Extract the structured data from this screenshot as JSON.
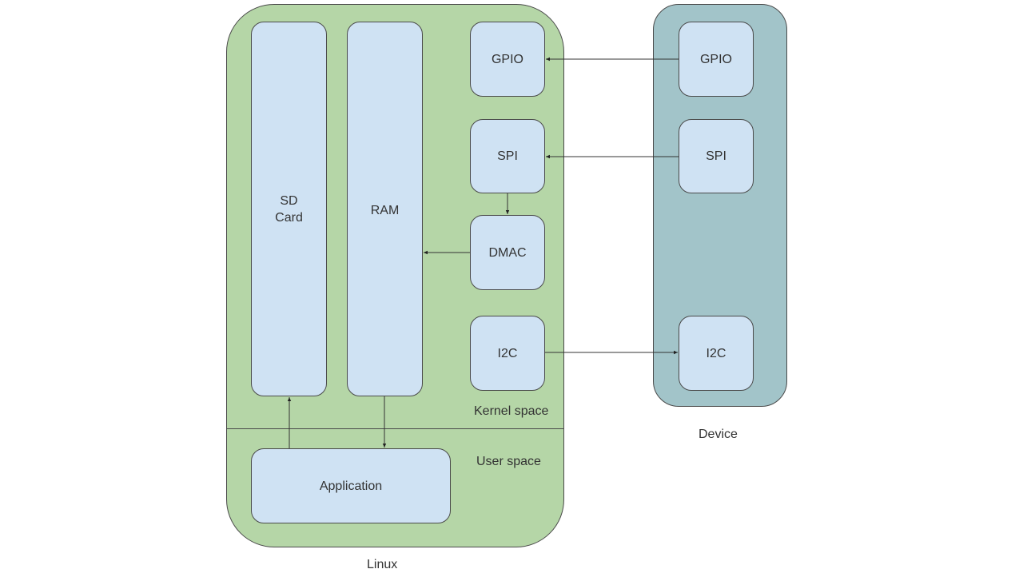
{
  "colors": {
    "linux_fill": "#b5d6a7",
    "device_fill": "#a2c4c9",
    "node_fill": "#cfe2f3",
    "stroke": "#4a4a4a",
    "text": "#333333"
  },
  "containers": {
    "linux": {
      "label": "Linux"
    },
    "device": {
      "label": "Device"
    }
  },
  "regions": {
    "kernel": {
      "label": "Kernel space"
    },
    "user": {
      "label": "User space"
    }
  },
  "nodes": {
    "sd_card": {
      "label": "SD\nCard"
    },
    "ram": {
      "label": "RAM"
    },
    "linux_gpio": {
      "label": "GPIO"
    },
    "linux_spi": {
      "label": "SPI"
    },
    "dmac": {
      "label": "DMAC"
    },
    "linux_i2c": {
      "label": "I2C"
    },
    "application": {
      "label": "Application"
    },
    "device_gpio": {
      "label": "GPIO"
    },
    "device_spi": {
      "label": "SPI"
    },
    "device_i2c": {
      "label": "I2C"
    }
  },
  "edges": [
    {
      "from": "Device GPIO",
      "to": "Linux GPIO"
    },
    {
      "from": "Device SPI",
      "to": "Linux SPI"
    },
    {
      "from": "Linux SPI",
      "to": "DMAC"
    },
    {
      "from": "DMAC",
      "to": "RAM"
    },
    {
      "from": "Linux I2C",
      "to": "Device I2C"
    },
    {
      "from": "Application",
      "to": "SD Card"
    },
    {
      "from": "RAM",
      "to": "Application"
    }
  ]
}
